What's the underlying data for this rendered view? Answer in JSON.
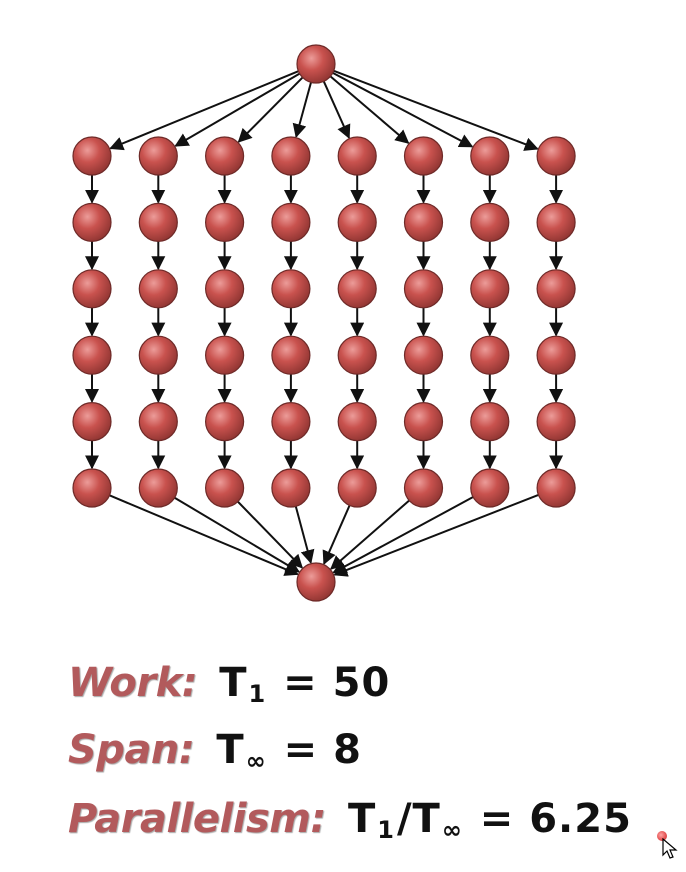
{
  "diagram": {
    "columns": 8,
    "rows": 6,
    "node_color": "#c0504d",
    "node_highlight": "#e58b88",
    "node_border": "#6e2a28",
    "edge_color": "#111111"
  },
  "metrics": {
    "work": {
      "label": "Work:",
      "formula_prefix": "T",
      "formula_sub": "1",
      "formula_suffix": " = 50"
    },
    "span": {
      "label": "Span:",
      "formula_prefix": "T",
      "formula_sub": "∞",
      "formula_suffix": " = 8"
    },
    "parallelism": {
      "label": "Parallelism:",
      "formula_prefix": "T",
      "formula_sub": "1",
      "formula_mid": "/T",
      "formula_sub2": "∞",
      "formula_suffix": " = 6.25"
    }
  },
  "colors": {
    "label": "#b25a5c",
    "formula": "#111111"
  }
}
